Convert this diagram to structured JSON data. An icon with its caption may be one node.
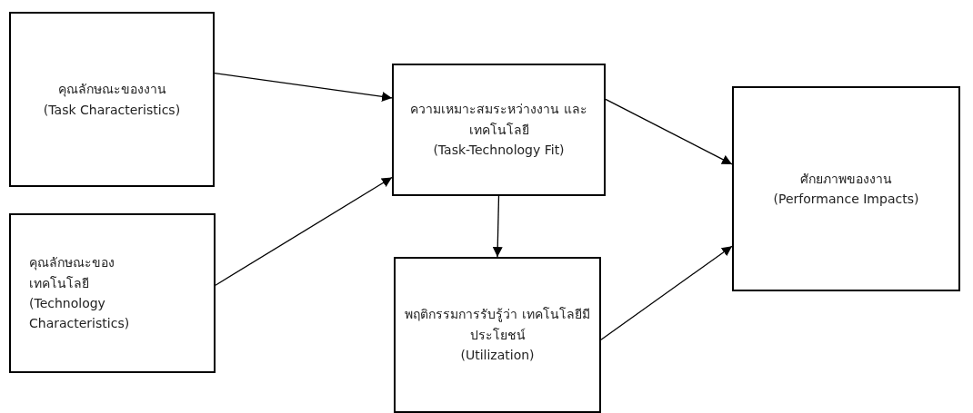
{
  "diagram": {
    "nodes": [
      {
        "text": [
          "คุณลักษณะของงาน",
          "(Task Characteristics)"
        ]
      },
      {
        "text": [
          "คุณลักษณะของเทคโนโลยี",
          "(Technology Characteristics)"
        ]
      },
      {
        "text": [
          "ความเหมาะสมระหว่างงาน และเทคโนโลยี",
          "(Task-Technology Fit)"
        ]
      },
      {
        "text": [
          "ศักยภาพของงาน",
          "(Performance Impacts)"
        ]
      },
      {
        "text": [
          "พฤติกรรมการรับรู้ว่า เทคโนโลยีมีประโยชน์",
          "(Utilization)"
        ]
      }
    ],
    "edges": [
      {
        "from": 0,
        "to": 2,
        "arrow": "to"
      },
      {
        "from": 1,
        "to": 2,
        "arrow": "to"
      },
      {
        "from": 2,
        "to": 3,
        "arrow": "to"
      },
      {
        "from": 2,
        "to": 4,
        "arrow": "to"
      },
      {
        "from": 4,
        "to": 3,
        "arrow": "to"
      }
    ]
  }
}
